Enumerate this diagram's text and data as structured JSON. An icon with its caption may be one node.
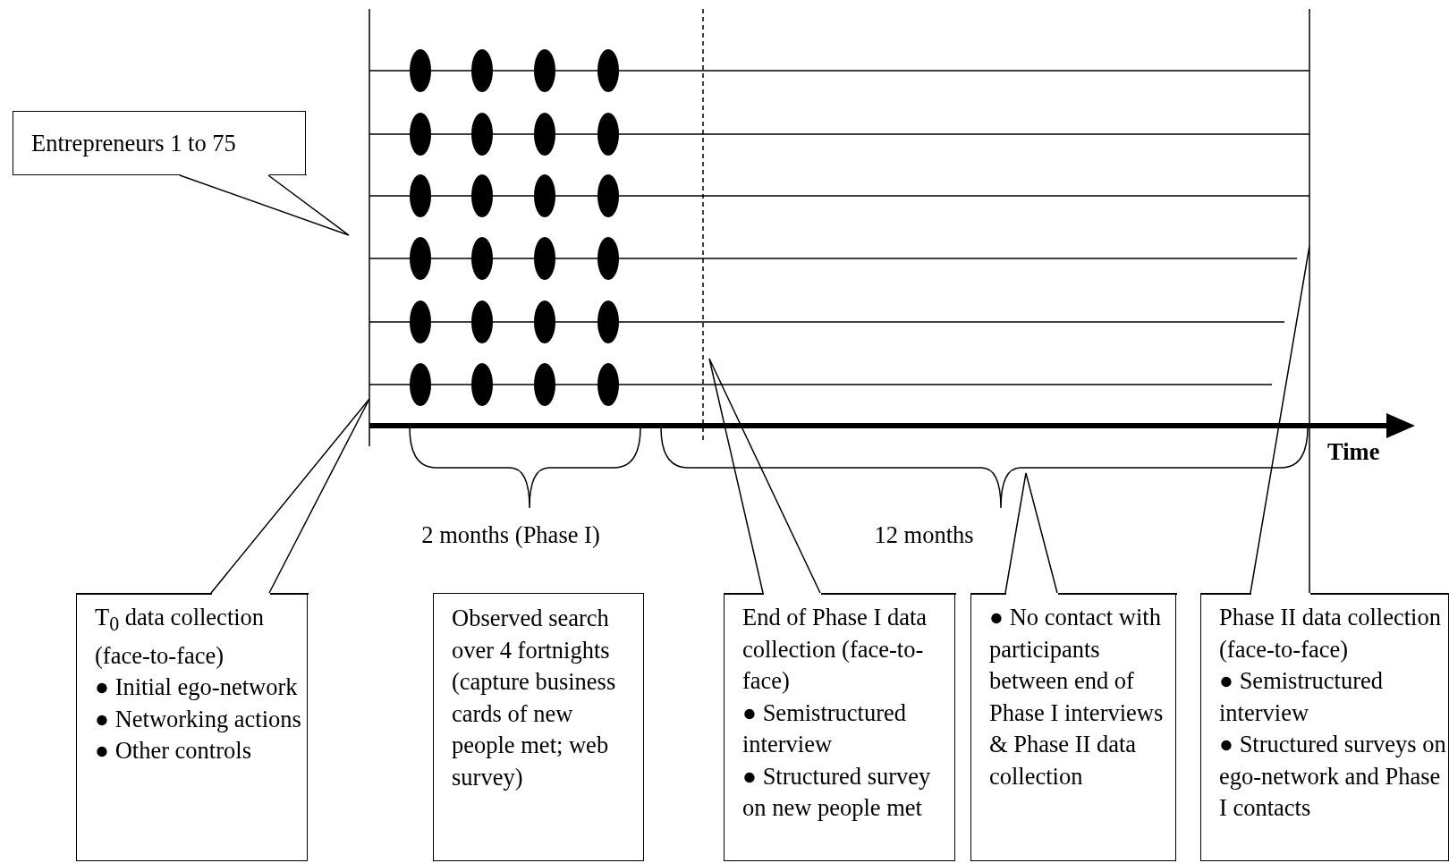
{
  "diagram": {
    "nodes": [
      {
        "text": [
          "Entrepreneurs 1 to 75"
        ]
      },
      {
        "text": [
          "T$_{0}$ data collection (face-to-face)",
          "● Initial ego-network",
          "● Networking actions",
          "● Other controls"
        ]
      },
      {
        "text": [
          "Observed search over 4 fortnights (capture business cards of new people met; web survey)"
        ]
      },
      {
        "text": [
          "End of Phase I data collection (face-to-face)",
          "● Semistructured interview",
          "● Structured survey on new people met"
        ]
      },
      {
        "text": [
          "● No contact with participants between end of Phase I interviews & Phase II data collection"
        ]
      },
      {
        "text": [
          "Phase II data collection (face-to-face)",
          "● Semistructured interview",
          "● Structured surveys on ego-network and Phase I contacts"
        ]
      }
    ],
    "edges": [
      {
        "from": 0,
        "to": null,
        "arrow": "none"
      },
      {
        "from": 1,
        "to": null,
        "arrow": "none"
      },
      {
        "from": 3,
        "to": null,
        "arrow": "none"
      },
      {
        "from": 4,
        "to": null,
        "arrow": "none"
      },
      {
        "from": 5,
        "to": null,
        "arrow": "none"
      }
    ],
    "labels": [
      "Time",
      "2 months (Phase I)",
      "12 months"
    ]
  }
}
